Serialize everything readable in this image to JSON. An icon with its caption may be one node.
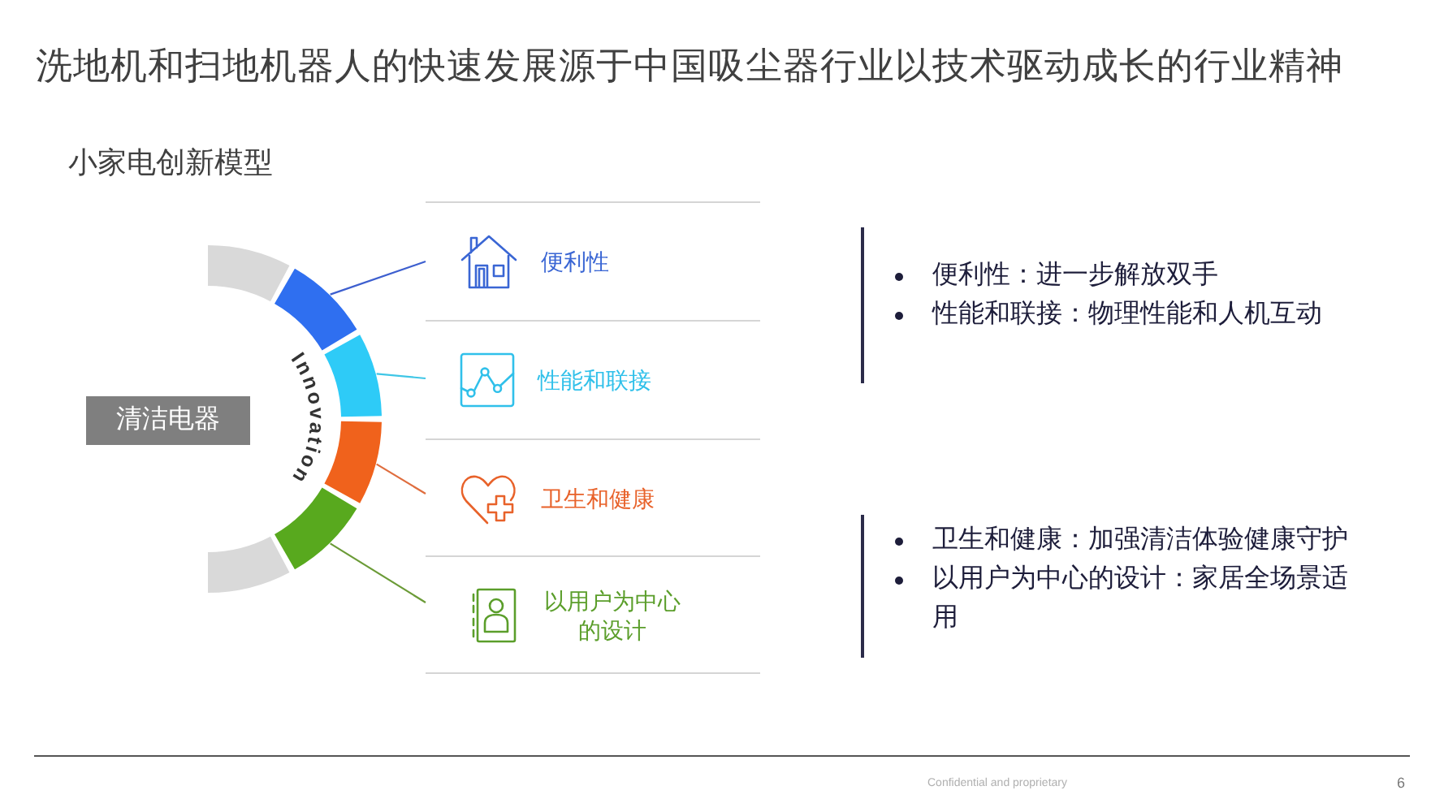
{
  "diagram": {
    "title": "洗地机和扫地机器人的快速发展源于中国吸尘器行业以技术驱动成长的行业精神",
    "nodes": [
      {
        "text": [
          "清洁电器"
        ]
      },
      {
        "text": [],
        "shape": "arc"
      },
      {
        "text": [],
        "shape": "arc"
      },
      {
        "text": [],
        "shape": "arc"
      },
      {
        "text": [],
        "shape": "arc"
      },
      {
        "text": [
          "便利性"
        ]
      },
      {
        "text": [
          "性能和联接"
        ]
      },
      {
        "text": [
          "卫生和健康"
        ]
      },
      {
        "text": [
          "以用户为中心的设计"
        ]
      }
    ],
    "edges": [
      {
        "from": 1,
        "to": 5,
        "arrow": "none",
        "color": "#3d5fcf"
      },
      {
        "from": 2,
        "to": 6,
        "arrow": "none",
        "color": "#3fc6e6"
      },
      {
        "from": 3,
        "to": 7,
        "arrow": "none",
        "color": "#df6d3e"
      },
      {
        "from": 4,
        "to": 8,
        "arrow": "none",
        "color": "#6b9b37"
      }
    ],
    "labels": [
      "小家电创新模型",
      "Innovation",
      "便利性：进一步解放双手",
      "性能和联接：物理性能和人机互动",
      "卫生和健康：加强清洁体验健康守护",
      "以用户为中心的设计：家居全场景适用",
      "Confidential and proprietary",
      "6"
    ]
  }
}
